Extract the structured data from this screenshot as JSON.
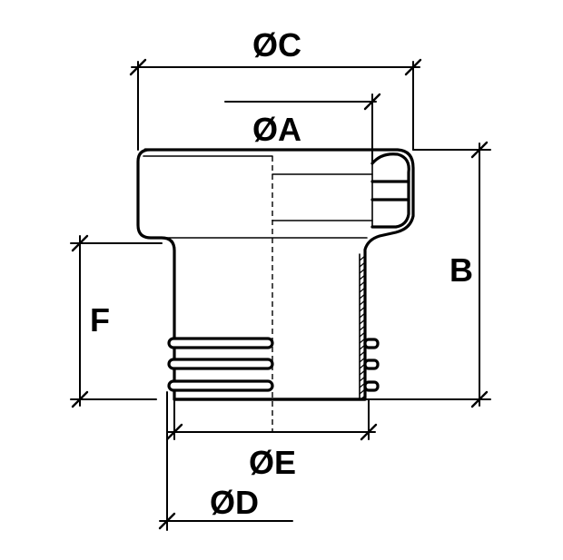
{
  "dimensions": {
    "c": "ØC",
    "a": "ØA",
    "b": "B",
    "f": "F",
    "e": "ØE",
    "d": "ØD"
  }
}
